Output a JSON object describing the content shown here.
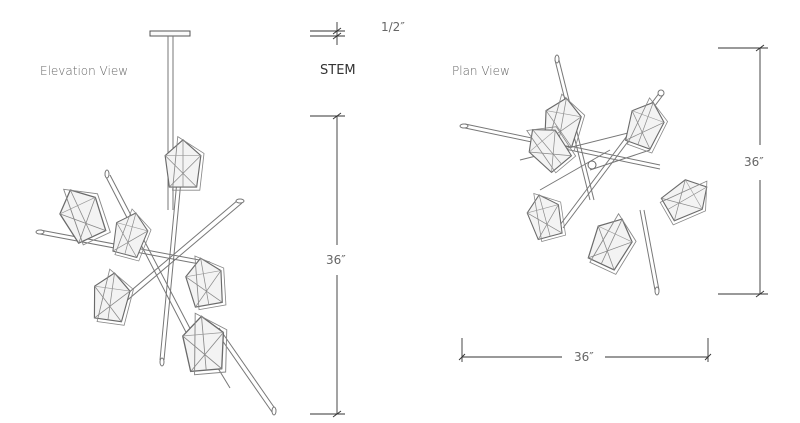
{
  "labels": {
    "elevation_view": "Elevation View",
    "plan_view": "Plan View",
    "stem": "STEM",
    "stem_dim": "1/2″",
    "elevation_height": "36″",
    "plan_height": "36″",
    "plan_width": "36″"
  },
  "colors": {
    "line": "#6a6a6a",
    "dim_line": "#333333",
    "glass_fill": "#f3f3f3"
  }
}
